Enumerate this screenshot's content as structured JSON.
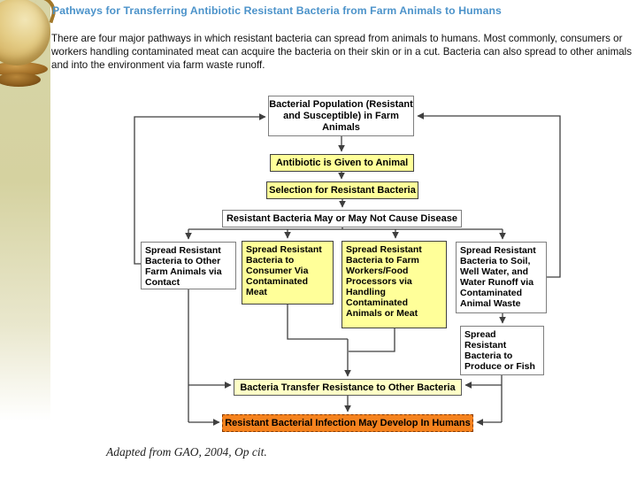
{
  "slide": {
    "title": "Pathways for Transferring Antibiotic Resistant Bacteria from Farm Animals to Humans",
    "intro": "There are four major pathways in which resistant bacteria can spread from animals to humans. Most commonly, consumers or workers handling contaminated meat can acquire the bacteria on their skin or in a cut. Bacteria can also spread to other animals and into the environment via farm waste runoff.",
    "citation": "Adapted from GAO, 2004, Op cit."
  },
  "colors": {
    "title_blue": "#4c93ca",
    "node_yellow": "#ffff99",
    "node_pale_yellow": "#ffffc6",
    "node_orange": "#f5821e",
    "orange_border": "#8b3c00",
    "strip_olive": "#d5d2a0",
    "connector_gray": "#3f3f3f"
  },
  "flowchart": {
    "population": "Bacterial Population (Resistant and Susceptible) in Farm Animals",
    "antibiotic": "Antibiotic is Given to Animal",
    "selection": "Selection for Resistant Bacteria",
    "disease": "Resistant Bacteria May or May Not Cause Disease",
    "spread_contact": "Spread Resistant Bacteria to Other Farm Animals via Contact",
    "spread_consumer": "Spread Resistant Bacteria to Consumer Via Contaminated Meat",
    "spread_workers": "Spread Resistant Bacteria to Farm Workers/Food Processors via Handling Contaminated Animals or Meat",
    "spread_soil": "Spread Resistant Bacteria to Soil, Well Water, and Water Runoff via Contaminated Animal Waste",
    "spread_produce": "Spread Resistant Bacteria to Produce or Fish",
    "transfer": "Bacteria Transfer Resistance to Other Bacteria",
    "infection": "Resistant Bacterial Infection May Develop In Humans",
    "edges": [
      {
        "from": "population",
        "to": "antibiotic"
      },
      {
        "from": "antibiotic",
        "to": "selection"
      },
      {
        "from": "selection",
        "to": "disease"
      },
      {
        "from": "disease",
        "to": "spread_contact"
      },
      {
        "from": "disease",
        "to": "spread_consumer"
      },
      {
        "from": "disease",
        "to": "spread_workers"
      },
      {
        "from": "disease",
        "to": "spread_soil"
      },
      {
        "from": "spread_contact",
        "to": "population"
      },
      {
        "from": "spread_soil",
        "to": "population"
      },
      {
        "from": "spread_soil",
        "to": "spread_produce"
      },
      {
        "from": "spread_consumer",
        "to": "transfer"
      },
      {
        "from": "spread_workers",
        "to": "transfer"
      },
      {
        "from": "spread_contact",
        "to": "transfer"
      },
      {
        "from": "spread_produce",
        "to": "transfer"
      },
      {
        "from": "spread_contact",
        "to": "infection"
      },
      {
        "from": "spread_produce",
        "to": "infection"
      },
      {
        "from": "transfer",
        "to": "infection"
      }
    ]
  }
}
